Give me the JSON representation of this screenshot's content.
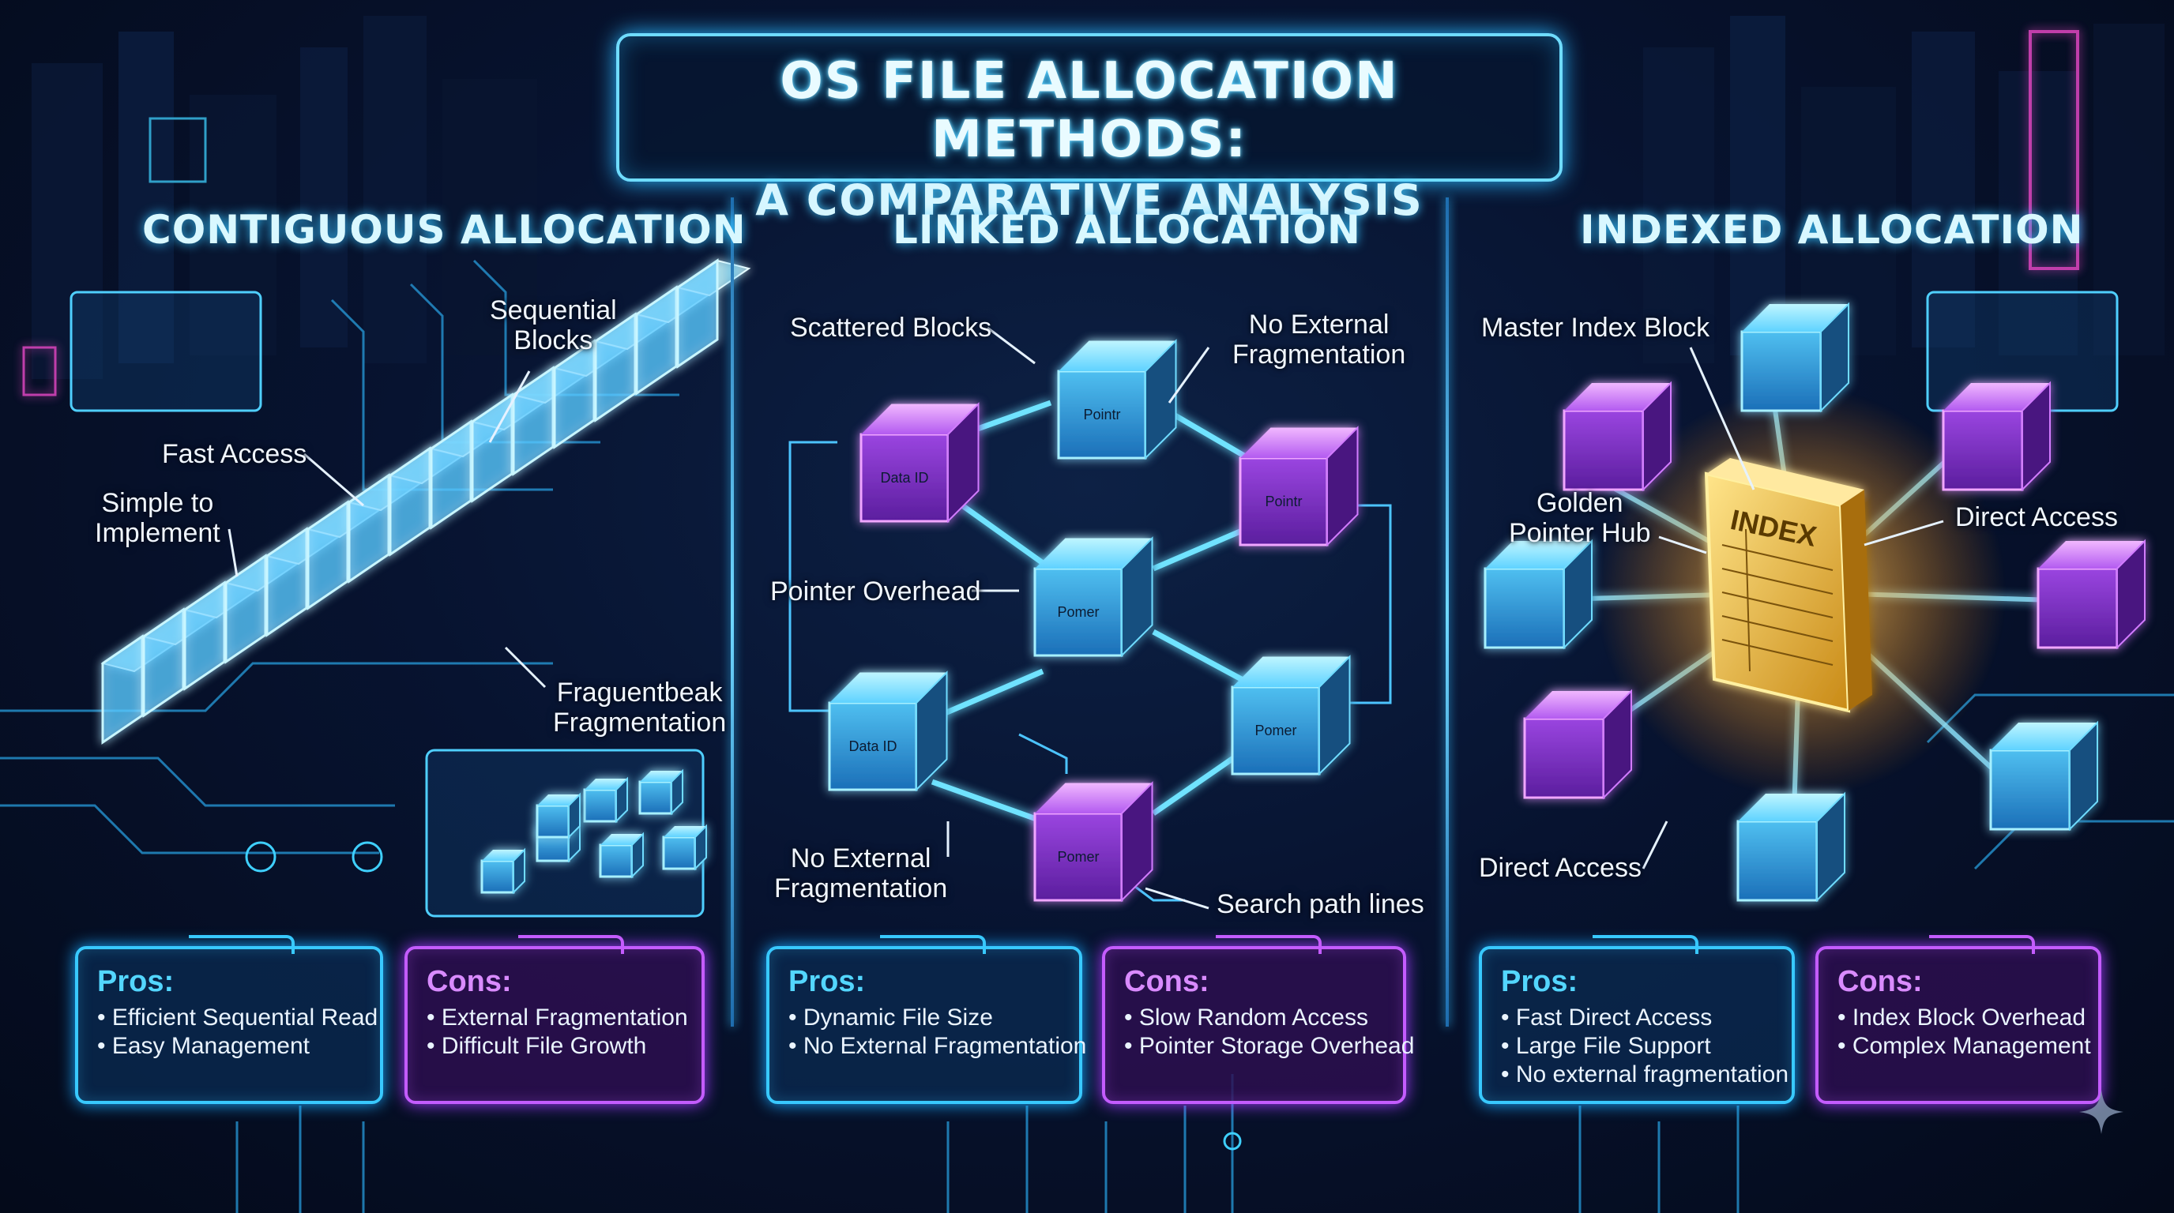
{
  "title": {
    "line1": "OS FILE ALLOCATION METHODS:",
    "line2": "A COMPARATIVE ANALYSIS"
  },
  "colors": {
    "accent_cyan": "#38c9ff",
    "accent_purple": "#c45cff",
    "index_gold": "#f2c14e",
    "background": "#050b1c"
  },
  "sections": {
    "contiguous": {
      "title": "CONTIGUOUS ALLOCATION",
      "labels": {
        "sequential": "Sequential\nBlocks",
        "fast_access": "Fast Access",
        "simple": "Simple to\nImplement",
        "fragmentation": "Fraguentbeak\nFragmentation"
      },
      "pros": {
        "heading": "Pros:",
        "items": [
          "Efficient Sequential Read",
          "Easy Management"
        ]
      },
      "cons": {
        "heading": "Cons:",
        "items": [
          "External Fragmentation",
          "Difficult File Growth"
        ]
      }
    },
    "linked": {
      "title": "LINKED ALLOCATION",
      "labels": {
        "scattered": "Scattered Blocks",
        "no_ext_top": "No External\nFragmentation",
        "pointer_overhead": "Pointer Overhead",
        "no_ext_bottom": "No External\nFragmentation",
        "search_path": "Search path lines"
      },
      "block_labels": [
        "Data ID",
        "Pointr",
        "Pointr",
        "Pomer",
        "Pomer",
        "Data ID",
        "Pomer"
      ],
      "pros": {
        "heading": "Pros:",
        "items": [
          "Dynamic File Size",
          "No External Fragmentation"
        ]
      },
      "cons": {
        "heading": "Cons:",
        "items": [
          "Slow Random Access",
          "Pointer Storage Overhead"
        ]
      }
    },
    "indexed": {
      "title": "INDEXED ALLOCATION",
      "labels": {
        "master": "Master Index Block",
        "golden": "Golden\nPointer Hub",
        "direct_right": "Direct Access",
        "direct_bottom": "Direct Access"
      },
      "index_label": "INDEX",
      "pros": {
        "heading": "Pros:",
        "items": [
          "Fast Direct Access",
          "Large File Support",
          "No external fragmentation"
        ]
      },
      "cons": {
        "heading": "Cons:",
        "items": [
          "Index Block Overhead",
          "Complex Management"
        ]
      }
    }
  }
}
